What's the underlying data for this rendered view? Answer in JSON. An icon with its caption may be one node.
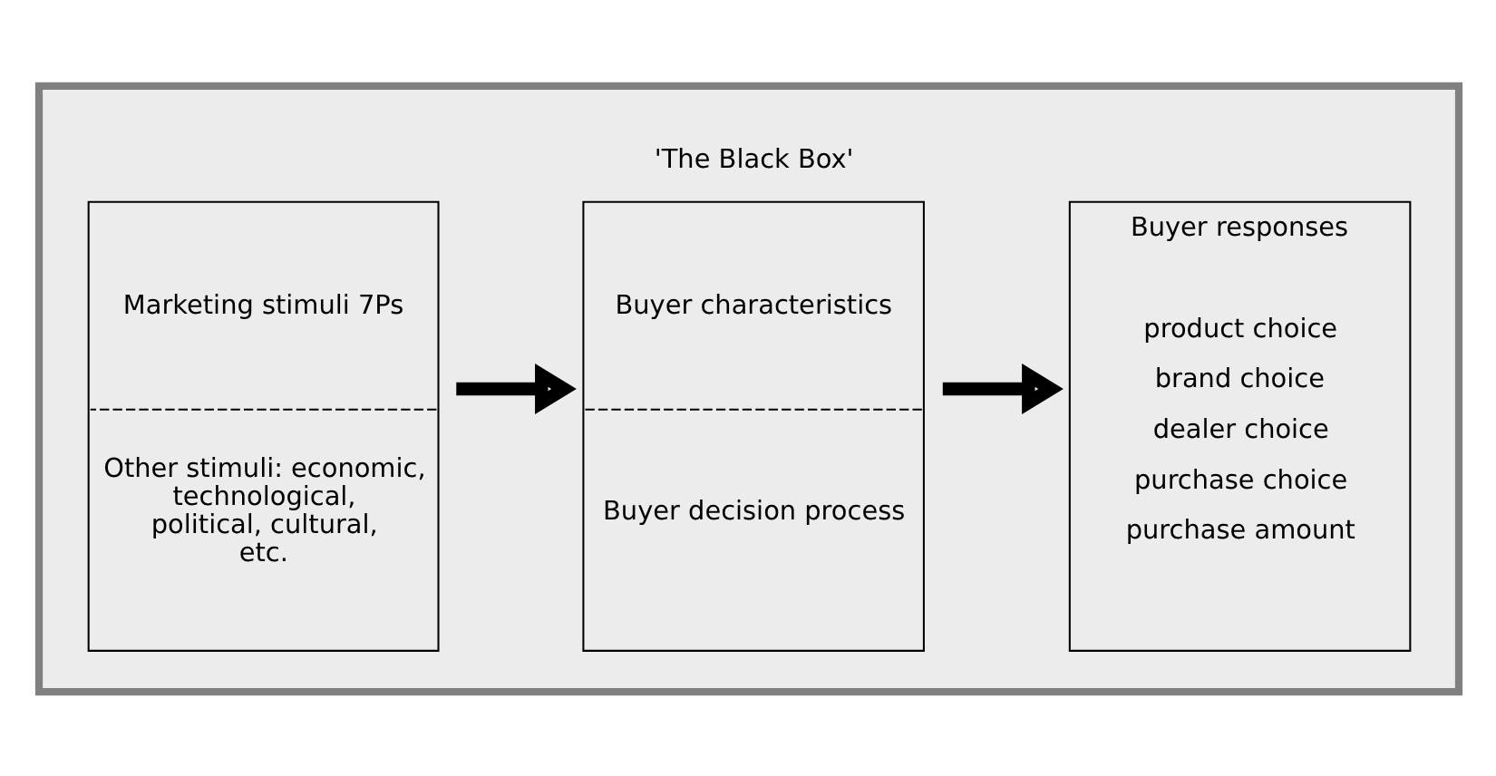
{
  "diagram": {
    "nodes": [
      {
        "text": [],
        "shape": "box"
      },
      {
        "text": [
          "Marketing stimuli 7Ps",
          "Other stimuli: economic, technological, political, cultural, etc."
        ],
        "in": 0
      },
      {
        "text": [
          "'The Black Box'",
          "Buyer characteristics",
          "Buyer decision process"
        ],
        "in": 0
      },
      {
        "text": [
          "Buyer responses",
          "product choice",
          "brand choice",
          "dealer choice",
          "purchase choice",
          "purchase amount"
        ],
        "in": 0
      }
    ],
    "edges": [
      {
        "from": 1,
        "to": 2,
        "arrow": "to"
      },
      {
        "from": 2,
        "to": 3,
        "arrow": "to"
      }
    ]
  }
}
